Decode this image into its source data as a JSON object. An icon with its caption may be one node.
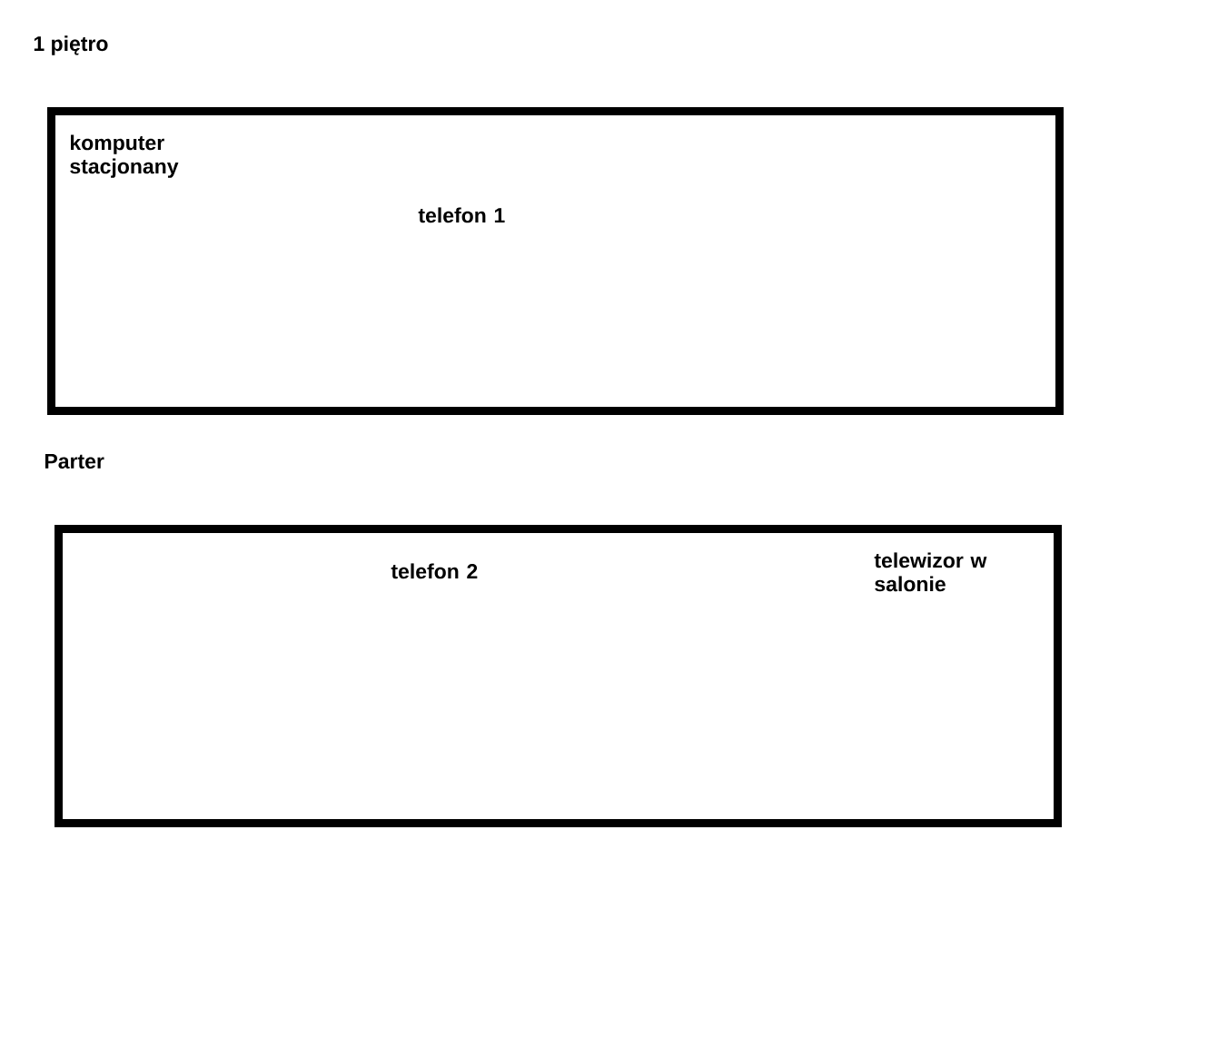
{
  "diagram": {
    "nodes": [
      {
        "text": [
          "1 piętro",
          "komputer stacjonany",
          "telefon 1"
        ]
      },
      {
        "text": [
          "Parter",
          "telefon 2",
          "telewizor w salonie"
        ]
      }
    ]
  }
}
